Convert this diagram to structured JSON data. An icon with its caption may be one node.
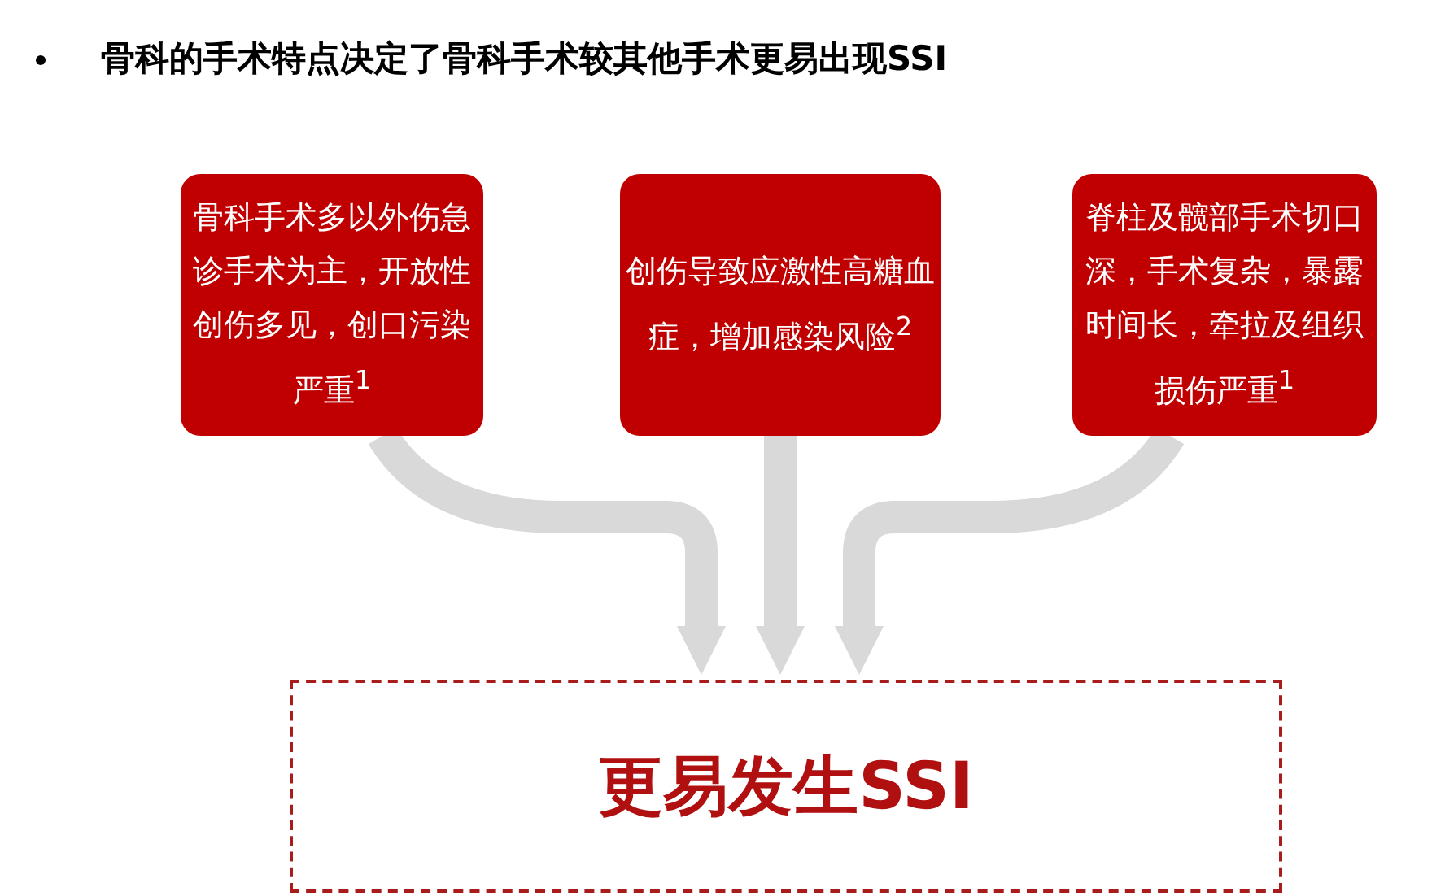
{
  "diagram": {
    "title": "骨科的手术特点决定了骨科手术较其他手术更易出现SSI",
    "nodes": [
      {
        "text": [
          "骨科手术多以外伤急诊手术为主，开放性创伤多见，创口污染严重$^{1}$"
        ]
      },
      {
        "text": [
          "创伤导致应激性高糖血症，增加感染风险$^{2}$"
        ]
      },
      {
        "text": [
          "脊柱及髋部手术切口深，手术复杂，暴露时间长，牵拉及组织损伤严重$^{1}$"
        ]
      },
      {
        "text": [
          "更易发生SSI"
        ]
      }
    ],
    "edges": [
      {
        "from": 0,
        "to": 3,
        "arrow": "to"
      },
      {
        "from": 1,
        "to": 3,
        "arrow": "to"
      },
      {
        "from": 2,
        "to": 3,
        "arrow": "to"
      }
    ]
  }
}
